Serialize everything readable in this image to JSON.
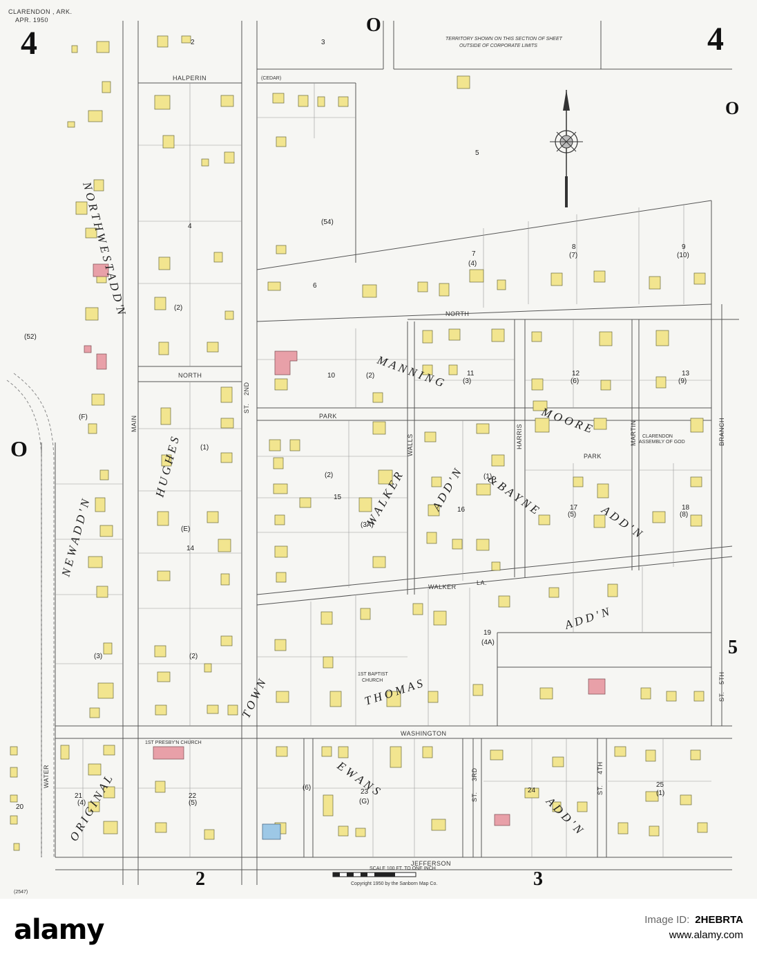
{
  "header": {
    "place": "CLARENDON ,   ARK.",
    "date": "APR. 1950",
    "sheet_number": "4",
    "territory_note_line1": "TERRITORY SHOWN ON THIS SECTION OF SHEET",
    "territory_note_line2": "OUTSIDE OF CORPORATE LIMITS"
  },
  "streets": {
    "halperin": "HALPERIN",
    "cedar": "(CEDAR)",
    "north_west": "NORTH",
    "north_east": "NORTH",
    "park_mid": "PARK",
    "park_east": "PARK",
    "walker_la": "WALKER",
    "walker_la2": "LA.",
    "washington": "WASHINGTON",
    "jefferson": "JEFFERSON",
    "main": "MAIN",
    "second_st": "2ND",
    "st_a": "ST.",
    "walls": "WALLS",
    "harris": "HARRIS",
    "martin": "MARTIN",
    "branch": "BRANCH",
    "water": "WATER",
    "third_st": "3RD",
    "st_b": "ST.",
    "fourth_st": "4TH",
    "st_c": "ST.",
    "fifth_st": "5TH",
    "st_d": "ST."
  },
  "blocks": {
    "b2": "2",
    "b3": "3",
    "b4": "4",
    "b5": "5",
    "b6": "6",
    "b7": "7",
    "b7p": "(4)",
    "b8": "8",
    "b8p": "(7)",
    "b9": "9",
    "b9p": "(10)",
    "b54": "(54)",
    "b2p": "(2)",
    "b10": "10",
    "b10p": "(2)",
    "b11": "11",
    "b11p": "(3)",
    "b12": "12",
    "b12p": "(6)",
    "b13": "13",
    "b13p": "(9)",
    "b52": "(52)",
    "bF": "(F)",
    "b1": "(1)",
    "b15": "15",
    "b15p": "(2)",
    "b3A": "(3A)",
    "b16": "16",
    "b16p": "(1)",
    "b17": "17",
    "b17p": "(5)",
    "b18": "18",
    "b18p": "(8)",
    "bE": "(E)",
    "b14": "14",
    "b19": "19",
    "b19p": "(4A)",
    "b3p": "(3)",
    "b2q": "(2)",
    "b21": "21",
    "b21p": "(4)",
    "b20": "20",
    "b22": "22",
    "b22p": "(5)",
    "b6p": "(6)",
    "b23": "23",
    "bG": "(G)",
    "b24": "24",
    "b25": "25",
    "b1p": "(1)"
  },
  "additions": {
    "north_west_addn": "N O R T H W E S T   A D D 'N",
    "new_addn": "N E W   A D D ' N",
    "hughes": "H U G H E S",
    "manning": "M A N N I N G",
    "moore": "M O O R E",
    "walker": "W A L K E R",
    "addn_a": "A D D ' N",
    "bayne": "&  B A Y N E",
    "addn_b": "A D D ' N",
    "addn_c": "A D D ' N",
    "town": "T O W N",
    "thomas": "T H O M A S",
    "original": "O R I G I N A L",
    "ewans": "E W A N S",
    "addn_d": "A D D ' N"
  },
  "grid_marks": {
    "o_top": "O",
    "o_right": "O",
    "o_left": "O",
    "five_right": "5",
    "two_bottom": "2",
    "three_bottom": "3",
    "sheet_code": "(2547)"
  },
  "map_labels": {
    "first_baptist": "1ST BAPTIST",
    "church": "CHURCH",
    "presby_church": "1ST PRESBY'N CHURCH",
    "clarendon_assembly": "CLARENDON",
    "assembly_of_god": "ASSEMBLY OF GOD",
    "scale": "SCALE 100 FT. TO ONE INCH",
    "copyright": "Copyright 1950 by the Sanborn Map Co."
  },
  "footer": {
    "brand": "alamy",
    "image_id_label": "Image ID:",
    "image_id": "2HEBRTA",
    "site": "www.alamy.com"
  },
  "colors": {
    "dwelling_yellow": "#f2e58f",
    "brick_pink": "#e8a0a8",
    "stone_blue": "#9dc8e6",
    "line": "#555555"
  }
}
